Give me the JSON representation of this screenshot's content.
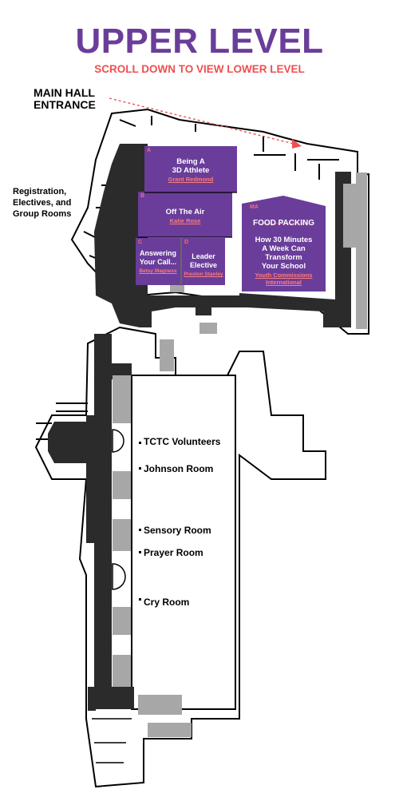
{
  "header": {
    "title": "UPPER LEVEL",
    "subtitle": "SCROLL DOWN TO VIEW LOWER LEVEL"
  },
  "labels": {
    "entrance_line1": "MAIN HALL",
    "entrance_line2": "ENTRANCE",
    "registration_line1": "Registration,",
    "registration_line2": "Electives, and",
    "registration_line3": "Group Rooms"
  },
  "rooms": [
    {
      "tag": "A",
      "lines": [
        "Being A",
        "3D Athlete"
      ],
      "speaker": "Grant Redmond"
    },
    {
      "tag": "B",
      "lines": [
        "Off The Air"
      ],
      "speaker": "Katie Rose"
    },
    {
      "tag": "C",
      "lines": [
        "Answering",
        "Your Call..."
      ],
      "speaker": "Betsy Magness"
    },
    {
      "tag": "D",
      "lines": [
        "Leader",
        "Elective"
      ],
      "speaker": "Preston Stanley"
    },
    {
      "tag": "MA",
      "heading": "FOOD PACKING",
      "lines": [
        "How 30 Minutes",
        "A Week Can",
        "Transform",
        "Your School"
      ],
      "speaker": "Youth Commissions International"
    }
  ],
  "hall_rooms": [
    "TCTC Volunteers",
    "Johnson Room",
    "Sensory Room",
    "Prayer Room",
    "Cry Room"
  ],
  "colors": {
    "title": "#6a3d9a",
    "accent_red": "#ef4f4f",
    "room_purple": "#6a3d9a",
    "corridor": "#2b2b2b",
    "service": "#a7a7a7"
  }
}
